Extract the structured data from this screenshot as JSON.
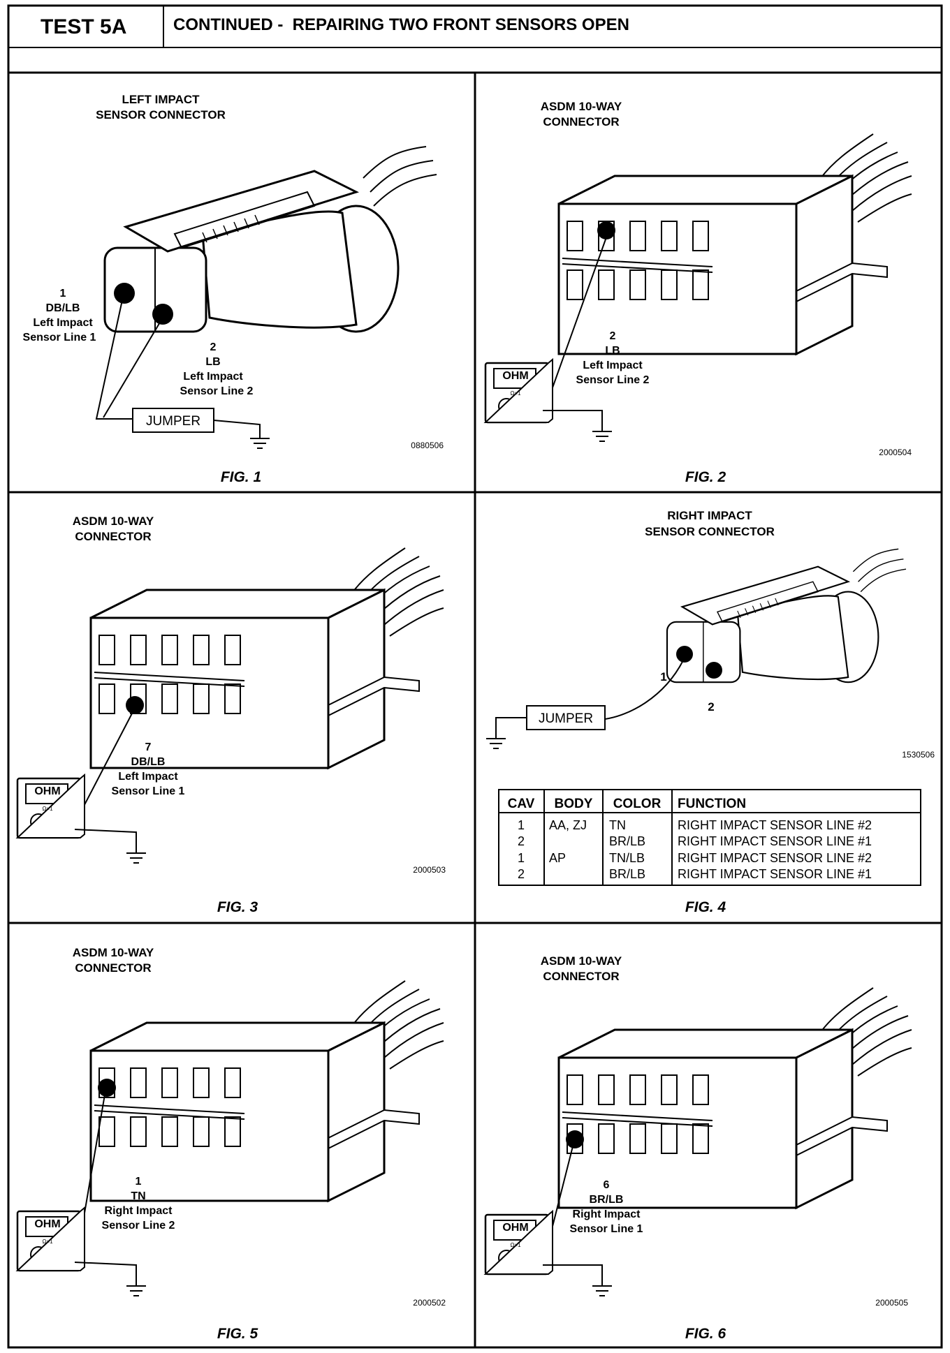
{
  "header": {
    "test_id": "TEST 5A",
    "title": "CONTINUED -  REPAIRING TWO FRONT SENSORS OPEN"
  },
  "common": {
    "meter_label": "OHM",
    "meter_range": "Ω×1",
    "jumper_label": "JUMPER"
  },
  "fig1": {
    "label": "FIG. 1",
    "caption": [
      "LEFT IMPACT",
      "SENSOR CONNECTOR"
    ],
    "pin1": [
      "1",
      "DB/LB",
      "Left Impact",
      "Sensor Line 1"
    ],
    "pin2": [
      "2",
      "LB",
      "Left Impact",
      "Sensor Line 2"
    ],
    "code": "0880506"
  },
  "fig2": {
    "label": "FIG. 2",
    "caption": [
      "ASDM 10-WAY",
      "CONNECTOR"
    ],
    "pin": [
      "2",
      "LB",
      "Left Impact",
      "Sensor Line 2"
    ],
    "code": "2000504"
  },
  "fig3": {
    "label": "FIG. 3",
    "caption": [
      "ASDM 10-WAY",
      "CONNECTOR"
    ],
    "pin": [
      "7",
      "DB/LB",
      "Left Impact",
      "Sensor Line 1"
    ],
    "code": "2000503"
  },
  "fig4": {
    "label": "FIG. 4",
    "caption": [
      "RIGHT IMPACT",
      "SENSOR CONNECTOR"
    ],
    "pin1": "1",
    "pin2": "2",
    "code": "1530506",
    "table": {
      "headers": [
        "CAV",
        "BODY",
        "COLOR",
        "FUNCTION"
      ],
      "rows": [
        [
          "1",
          "AA, ZJ",
          "TN",
          "RIGHT IMPACT SENSOR LINE #2"
        ],
        [
          "2",
          "",
          "BR/LB",
          "RIGHT IMPACT SENSOR LINE #1"
        ],
        [
          "1",
          "AP",
          "TN/LB",
          "RIGHT IMPACT SENSOR LINE #2"
        ],
        [
          "2",
          "",
          "BR/LB",
          "RIGHT IMPACT SENSOR LINE #1"
        ]
      ]
    }
  },
  "fig5": {
    "label": "FIG. 5",
    "caption": [
      "ASDM 10-WAY",
      "CONNECTOR"
    ],
    "pin": [
      "1",
      "TN",
      "Right Impact",
      "Sensor Line 2"
    ],
    "code": "2000502"
  },
  "fig6": {
    "label": "FIG. 6",
    "caption": [
      "ASDM 10-WAY",
      "CONNECTOR"
    ],
    "pin": [
      "6",
      "BR/LB",
      "Right Impact",
      "Sensor Line 1"
    ],
    "code": "2000505"
  }
}
